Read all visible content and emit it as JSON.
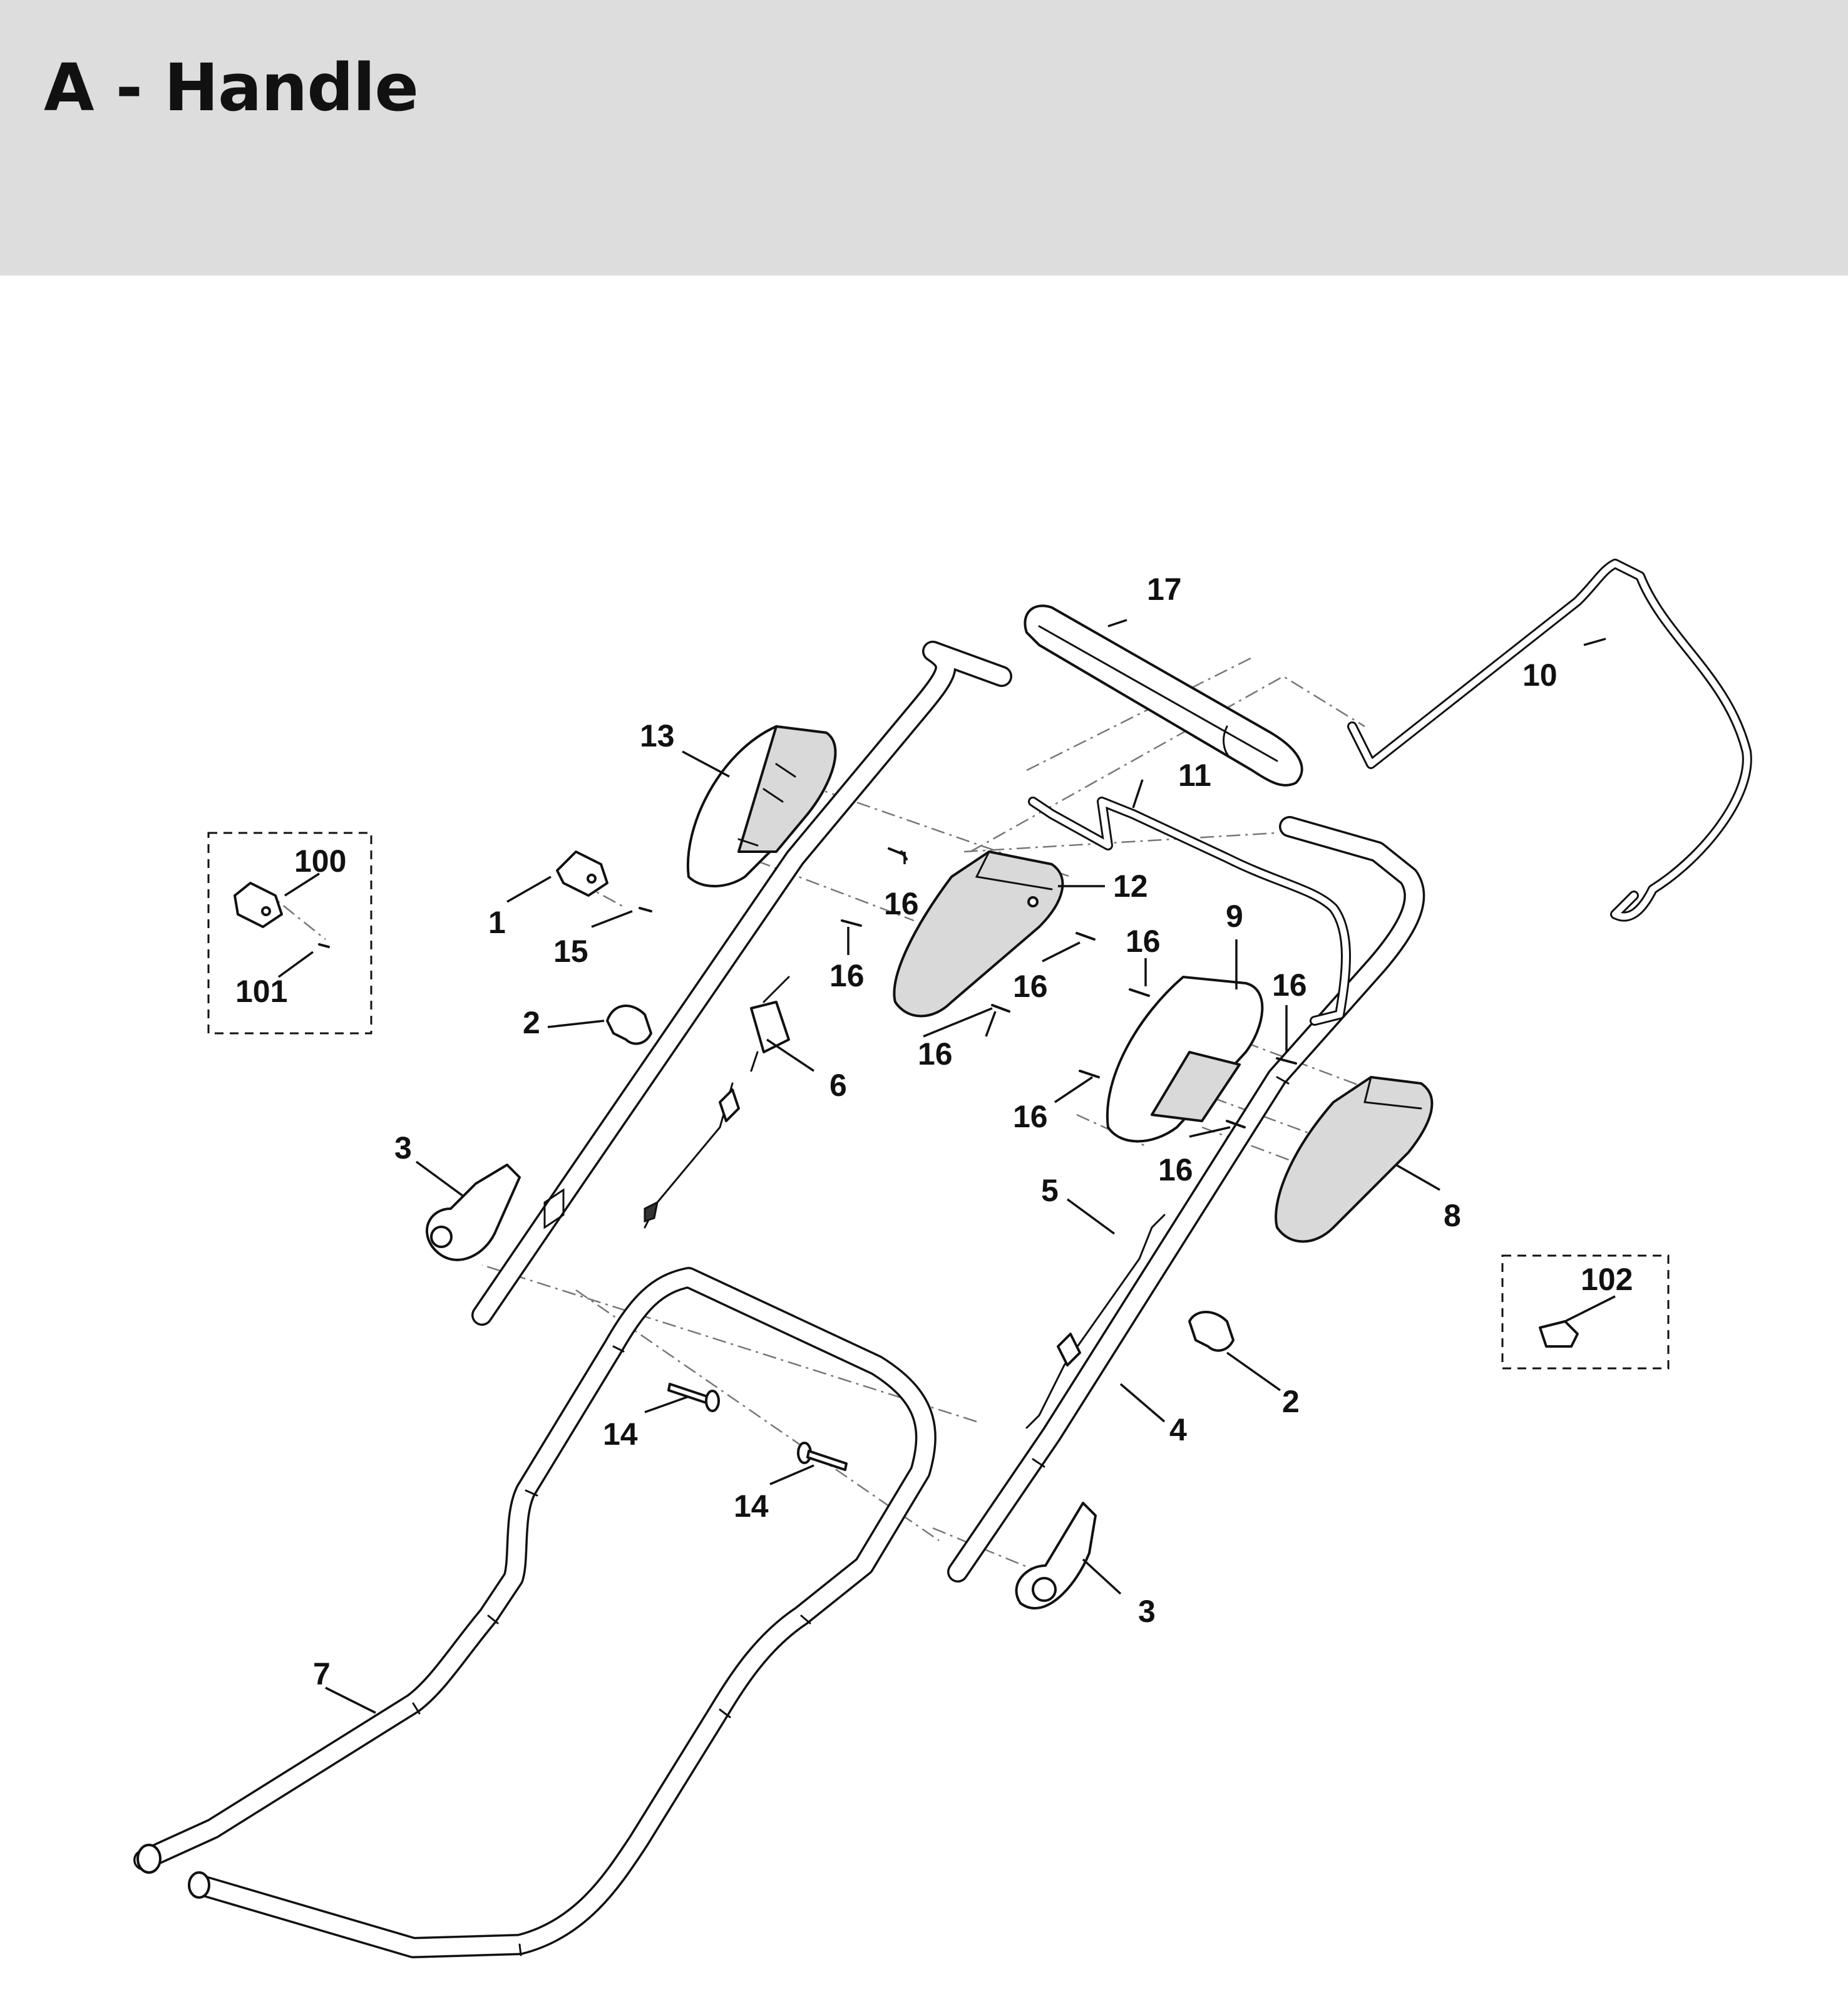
{
  "title": "A - Handle",
  "callouts": [
    {
      "id": "c17",
      "label": "17"
    },
    {
      "id": "c10",
      "label": "10"
    },
    {
      "id": "c13",
      "label": "13"
    },
    {
      "id": "c11",
      "label": "11"
    },
    {
      "id": "c100",
      "label": "100"
    },
    {
      "id": "c12",
      "label": "12"
    },
    {
      "id": "c1",
      "label": "1"
    },
    {
      "id": "c16a",
      "label": "16"
    },
    {
      "id": "c15",
      "label": "15"
    },
    {
      "id": "c9",
      "label": "9"
    },
    {
      "id": "c16b",
      "label": "16"
    },
    {
      "id": "c16c",
      "label": "16"
    },
    {
      "id": "c101",
      "label": "101"
    },
    {
      "id": "c16d",
      "label": "16"
    },
    {
      "id": "c16e",
      "label": "16"
    },
    {
      "id": "c2a",
      "label": "2"
    },
    {
      "id": "c16f",
      "label": "16"
    },
    {
      "id": "c6",
      "label": "6"
    },
    {
      "id": "c16g",
      "label": "16"
    },
    {
      "id": "c3a",
      "label": "3"
    },
    {
      "id": "c16h",
      "label": "16"
    },
    {
      "id": "c8",
      "label": "8"
    },
    {
      "id": "c5",
      "label": "5"
    },
    {
      "id": "c102",
      "label": "102"
    },
    {
      "id": "c2b",
      "label": "2"
    },
    {
      "id": "c4",
      "label": "4"
    },
    {
      "id": "c14a",
      "label": "14"
    },
    {
      "id": "c14b",
      "label": "14"
    },
    {
      "id": "c3b",
      "label": "3"
    },
    {
      "id": "c7",
      "label": "7"
    }
  ]
}
